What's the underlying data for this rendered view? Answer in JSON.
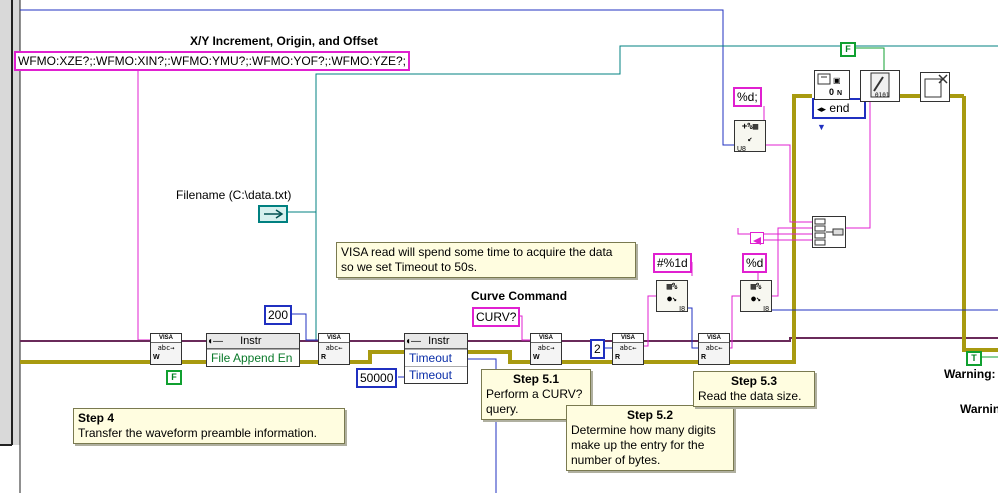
{
  "labels": {
    "xy_title": "X/Y Increment, Origin, and Offset",
    "filename_label": "Filename (C:\\data.txt)",
    "curve_command": "Curve Command",
    "warning_1": "Warning:",
    "warning_2": "Warnin"
  },
  "constants": {
    "wfmo_query": "WFMO:XZE?;:WFMO:XIN?;:WFMO:YMU?;:WFMO:YOF?;:WFMO:YZE?;",
    "byte_count": "200",
    "timeout_ms": "50000",
    "curv_query": "CURV?",
    "digit_count": "2",
    "fmt_hash": "#%1d",
    "fmt_d_top": "%d;",
    "fmt_d_mid": "%d",
    "end_enum": "end",
    "false_1": "F",
    "false_2": "F",
    "true_1": "T"
  },
  "nodes": {
    "visa_label": "VISA",
    "instr_label": "Instr",
    "file_append": "File Append En",
    "timeout_1": "Timeout",
    "timeout_2": "Timeout",
    "w_term": "W",
    "r_term": "R"
  },
  "comments": {
    "visa_timeout": "VISA read will spend some time to acquire the data\nso we set Timeout to 50s.",
    "step4_title": "Step 4",
    "step4_body": "Transfer the waveform preamble information.",
    "step51_title": "Step 5.1",
    "step51_body": "Perform a CURV?\nquery.",
    "step52_title": "Step 5.2",
    "step52_body": "Determine how many digits\nmake up the entry for the\nnumber of bytes.",
    "step53_title": "Step 5.3",
    "step53_body": "Read the data size."
  },
  "colors": {
    "string_wire": "#e020d0",
    "visa_wire": "#6a2a5a",
    "error_wire": "#a89a10",
    "path_wire": "#008080",
    "numeric_wire": "#2030c0",
    "bool_wire": "#10a030"
  }
}
